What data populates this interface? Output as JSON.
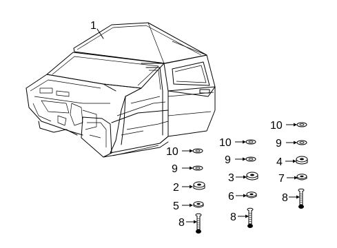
{
  "callouts": [
    {
      "id": "cab",
      "label": "1"
    },
    {
      "id": "a1",
      "label": "10"
    },
    {
      "id": "a2",
      "label": "9"
    },
    {
      "id": "a3",
      "label": "2"
    },
    {
      "id": "a4",
      "label": "5"
    },
    {
      "id": "a5",
      "label": "8"
    },
    {
      "id": "b1",
      "label": "10"
    },
    {
      "id": "b2",
      "label": "9"
    },
    {
      "id": "b3",
      "label": "3"
    },
    {
      "id": "b4",
      "label": "6"
    },
    {
      "id": "b5",
      "label": "8"
    },
    {
      "id": "c1",
      "label": "10"
    },
    {
      "id": "c2",
      "label": "9"
    },
    {
      "id": "c3",
      "label": "4"
    },
    {
      "id": "c4",
      "label": "7"
    },
    {
      "id": "c5",
      "label": "8"
    }
  ],
  "icons": [
    "pickup-cab-icon",
    "washer-icon",
    "cushion-icon",
    "bolt-icon"
  ]
}
